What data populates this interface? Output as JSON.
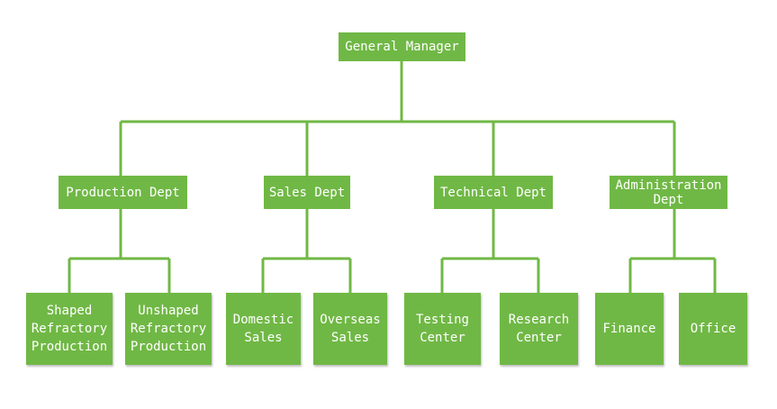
{
  "colors": {
    "box_fill": "#70b845",
    "connector": "#70b845",
    "text": "#ffffff"
  },
  "root": {
    "label": "General Manager"
  },
  "departments": [
    {
      "label": "Production Dept",
      "children": [
        {
          "label": "Shaped\nRefractory\nProduction"
        },
        {
          "label": "Unshaped\nRefractory\nProduction"
        }
      ]
    },
    {
      "label": "Sales Dept",
      "children": [
        {
          "label": "Domestic\nSales"
        },
        {
          "label": "Overseas\nSales"
        }
      ]
    },
    {
      "label": "Technical Dept",
      "children": [
        {
          "label": "Testing\nCenter"
        },
        {
          "label": "Research\nCenter"
        }
      ]
    },
    {
      "label": "Administration\nDept",
      "children": [
        {
          "label": "Finance"
        },
        {
          "label": "Office"
        }
      ]
    }
  ]
}
